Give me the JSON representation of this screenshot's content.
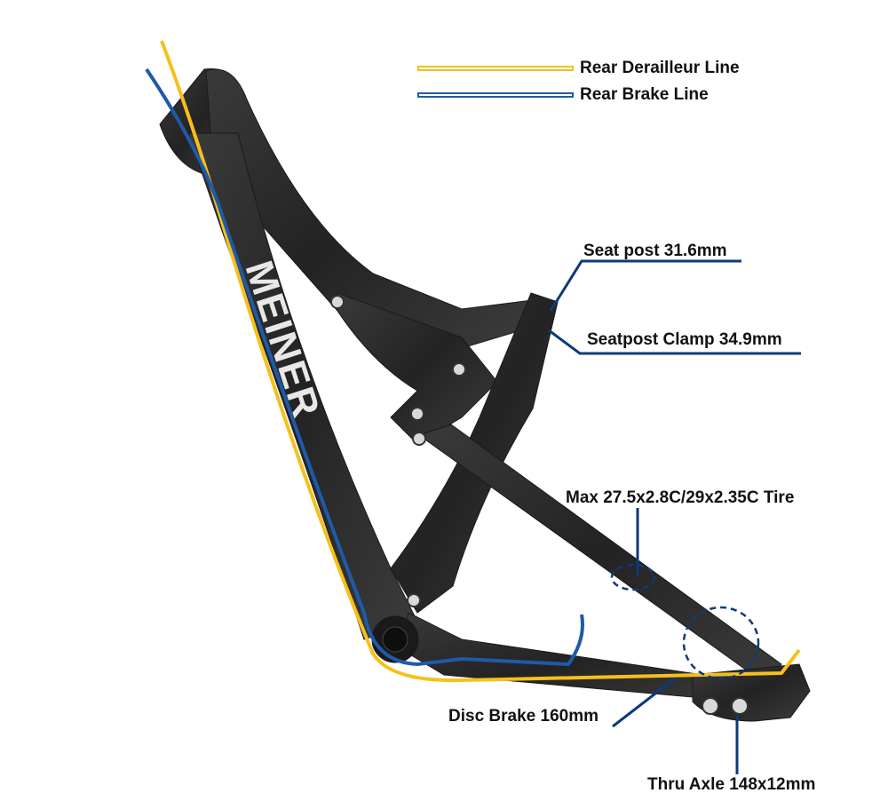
{
  "legend": {
    "derailleur": {
      "label": "Rear Derailleur Line",
      "color": "#f5c01d"
    },
    "brake": {
      "label": "Rear Brake Line",
      "color": "#1f5aa8"
    }
  },
  "callouts": {
    "seat_post": "Seat post 31.6mm",
    "seatpost_clamp": "Seatpost Clamp 34.9mm",
    "tire": "Max 27.5x2.8C/29x2.35C Tire",
    "disc_brake": "Disc Brake 160mm",
    "thru_axle": "Thru Axle 148x12mm"
  },
  "frame": {
    "brand": "MEINER",
    "color": "#2b2b2b",
    "callout_color": "#0d3a7a"
  }
}
